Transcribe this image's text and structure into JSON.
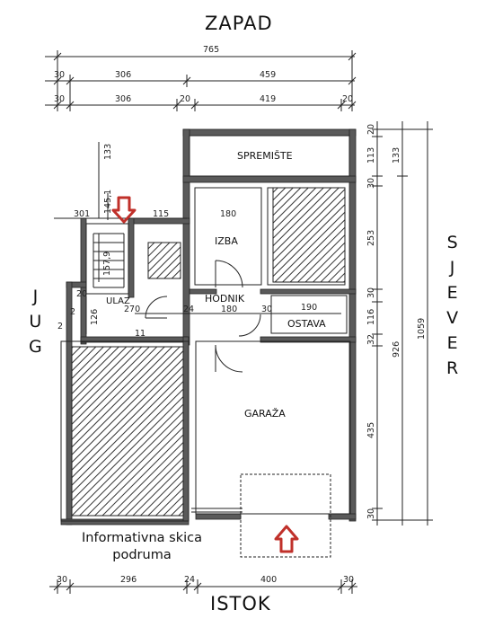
{
  "directions": {
    "west": "ZAPAD",
    "east": "ISTOK",
    "south_letters": [
      "J",
      "U",
      "G"
    ],
    "north_letters": [
      "S",
      "J",
      "E",
      "V",
      "E",
      "R"
    ]
  },
  "top_dims": {
    "row1": [
      "765"
    ],
    "row2": [
      "30",
      "306",
      "459"
    ],
    "row3": [
      "30",
      "306",
      "20",
      "419",
      "20"
    ]
  },
  "right_dims": {
    "inner": [
      "20",
      "113",
      "30",
      "253",
      "30",
      "116",
      "32",
      "435",
      "30"
    ],
    "mid": [
      "133",
      "926"
    ],
    "outer": [
      "1059"
    ]
  },
  "bottom_dims": [
    "30",
    "296",
    "24",
    "400",
    "30"
  ],
  "rooms": {
    "storage": "SPREMIŠTE",
    "room": "IZBA",
    "hallway": "HODNIK",
    "pantry": "OSTAVA",
    "garage": "GARAŽA",
    "entrance": "ULAZ"
  },
  "interior_dims": [
    "133",
    "301",
    "145,1",
    "115",
    "180",
    "157,9",
    "126",
    "270",
    "24",
    "180",
    "30",
    "190",
    "2",
    "2",
    "11",
    "20"
  ],
  "caption": {
    "line1": "Informativna skica",
    "line2": "podruma"
  },
  "colors": {
    "wall": "#555555",
    "arrow": "#c0302a",
    "hatch": "#333333"
  }
}
